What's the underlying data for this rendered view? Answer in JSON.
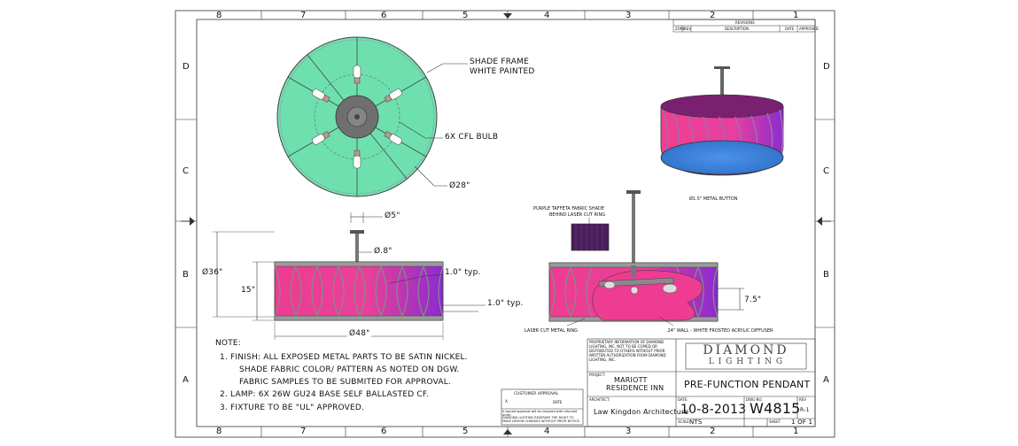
{
  "border": {
    "columns_top": [
      "8",
      "7",
      "6",
      "5",
      "4",
      "3",
      "2",
      "1"
    ],
    "columns_bottom": [
      "8",
      "7",
      "6",
      "5",
      "4",
      "3",
      "2",
      "1"
    ],
    "rows": [
      "D",
      "C",
      "B",
      "A"
    ]
  },
  "revisions": {
    "header": "REVISIONS",
    "cols": [
      "ZONE",
      "REV",
      "DESCRIPTION",
      "DATE",
      "APPROVED"
    ]
  },
  "top_view": {
    "shade_frame_line1": "SHADE FRAME",
    "shade_frame_line2": "WHITE PAINTED",
    "bulb_label": "6X CFL BULB",
    "diameter_label": "Ø28\""
  },
  "front_view": {
    "dim_5": "Ø5\"",
    "dim_8": "Ø.8\"",
    "dim_36": "Ø36\"",
    "dim_15": "15\"",
    "dim_48": "Ø48\"",
    "typ1": "1.0\" typ.",
    "typ2": "1.0\" typ."
  },
  "section_view": {
    "fabric_line1": "PURPLE TAFFETA FABRIC SHADE",
    "fabric_line2": "BEHIND LASER CUT RING",
    "laser_label": "LASER CUT METAL RING",
    "diffuser_label": ".24\" WALL - WHITE FROSTED ACRYLIC DIFFUSER",
    "dim_75": "7.5\""
  },
  "render_view": {
    "button_label": "Ø1.5\" METAL BUTTON"
  },
  "notes": {
    "title": "NOTE:",
    "line1": "1. FINISH: ALL EXPOSED METAL PARTS TO BE SATIN NICKEL.",
    "line2": "SHADE FABRIC COLOR/ PATTERN AS NOTED ON DGW.",
    "line3": "FABRIC SAMPLES TO BE SUBMITED FOR APPROVAL.",
    "line4": "2. LAMP: 6X 26W GU24 BASE SELF BALLASTED CF.",
    "line5": "3. FIXTURE TO BE \"UL\" APPROVED."
  },
  "approval": {
    "title": "CUSTOMER APPROVAL",
    "sig": "X",
    "date": "DATE",
    "note": "A signed approval will be required with returned order.",
    "disclaimer": "DIAMOND LIGHTING RESERVES THE RIGHT TO MAKE DESIGN CHANGES WITHOUT PRIOR NOTICE."
  },
  "title_block": {
    "proprietary": "PROPRIETARY INFORMATION OF DIAMOND LIGHTING, INC. NOT TO BE COPIED OR DISTRIBUTED TO OTHERS WITHOUT PRIOR WRITTEN AUTHORIZATION FROM DIAMOND LIGHTING, INC.",
    "logo_top": "DIAMOND",
    "logo_bottom": "L I G H T I N G",
    "project_label": "PROJECT:",
    "project_line1": "MARIOTT",
    "project_line2": "RESIDENCE INN",
    "product": "PRE-FUNCTION PENDANT",
    "architect_label": "ARCHITECT:",
    "architect": "Law Kingdon Architecture",
    "date_label": "DATE:",
    "date": "10-8-2013",
    "dwg_label": "DWG NO.",
    "dwg": "W4815",
    "rev_label": "REV",
    "rev": "R-1",
    "scale_label": "SCALE:",
    "scale": "NTS",
    "sheet_label": "SHEET",
    "sheet": "1 OF 1"
  },
  "colors": {
    "mint": "#6ee0b0",
    "pink": "#ee3c92",
    "purple": "#8a2bd0",
    "blue": "#3d86e0",
    "hub": "#6f6f6f"
  }
}
